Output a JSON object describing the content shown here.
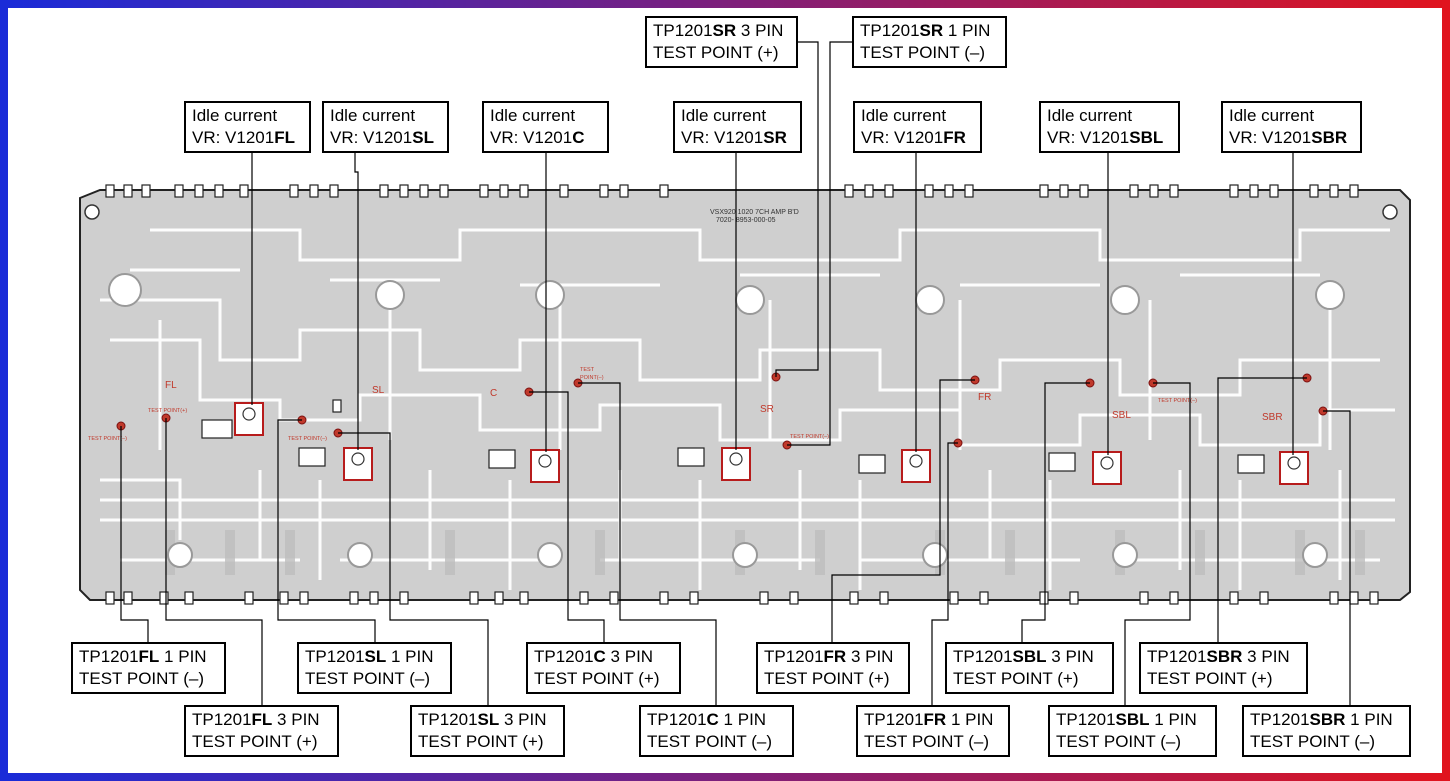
{
  "border_colors": {
    "outer_left": "#1a2bd8",
    "outer_right": "#e0141e",
    "pcb_fill": "#cfcfcf",
    "trace": "#ffffff",
    "test_point": "#c0392b"
  },
  "top_labels": {
    "fl": {
      "line1": "Idle current",
      "prefix": "VR: V1201",
      "bold": "FL"
    },
    "sl": {
      "line1": "Idle current",
      "prefix": "VR: V1201",
      "bold": "SL"
    },
    "c": {
      "line1": "Idle current",
      "prefix": "VR: V1201",
      "bold": "C"
    },
    "sr": {
      "line1": "Idle current",
      "prefix": "VR: V1201",
      "bold": "SR"
    },
    "fr": {
      "line1": "Idle current",
      "prefix": "VR: V1201",
      "bold": "FR"
    },
    "sbl": {
      "line1": "Idle current",
      "prefix": "VR: V1201",
      "bold": "SBL"
    },
    "sbr": {
      "line1": "Idle current",
      "prefix": "VR: V1201",
      "bold": "SBR"
    },
    "sr3": {
      "prefix": "TP1201",
      "bold": "SR",
      "suffix": " 3 PIN",
      "line2": "TEST POINT (+)"
    },
    "sr1": {
      "prefix": "TP1201",
      "bold": "SR",
      "suffix": " 1 PIN",
      "line2": "TEST POINT (–)"
    }
  },
  "bottom_labels": {
    "fl1": {
      "prefix": "TP1201",
      "bold": "FL",
      "suffix": " 1 PIN",
      "line2": "TEST POINT (–)"
    },
    "fl3": {
      "prefix": "TP1201",
      "bold": "FL",
      "suffix": " 3 PIN",
      "line2": "TEST POINT (+)"
    },
    "sl1": {
      "prefix": "TP1201",
      "bold": "SL",
      "suffix": " 1 PIN",
      "line2": "TEST POINT (–)"
    },
    "sl3": {
      "prefix": "TP1201",
      "bold": "SL",
      "suffix": " 3 PIN",
      "line2": "TEST POINT (+)"
    },
    "c3": {
      "prefix": "TP1201",
      "bold": "C",
      "suffix": " 3 PIN",
      "line2": "TEST POINT (+)"
    },
    "c1": {
      "prefix": "TP1201",
      "bold": "C",
      "suffix": " 1 PIN",
      "line2": "TEST POINT (–)"
    },
    "fr3": {
      "prefix": "TP1201",
      "bold": "FR",
      "suffix": " 3 PIN",
      "line2": "TEST POINT (+)"
    },
    "fr1": {
      "prefix": "TP1201",
      "bold": "FR",
      "suffix": " 1 PIN",
      "line2": "TEST POINT (–)"
    },
    "sbl3": {
      "prefix": "TP1201",
      "bold": "SBL",
      "suffix": " 3 PIN",
      "line2": "TEST POINT (+)"
    },
    "sbl1": {
      "prefix": "TP1201",
      "bold": "SBL",
      "suffix": " 1 PIN",
      "line2": "TEST POINT (–)"
    },
    "sbr3": {
      "prefix": "TP1201",
      "bold": "SBR",
      "suffix": " 3 PIN",
      "line2": "TEST POINT (+)"
    },
    "sbr1": {
      "prefix": "TP1201",
      "bold": "SBR",
      "suffix": " 1 PIN",
      "line2": "TEST POINT (–)"
    }
  },
  "pcb": {
    "board_title_line1": "VSX920   1020 7CH AMP B'D",
    "board_title_line2": "7020- 8953-000-05",
    "channel_marks": {
      "fl": "FL",
      "sl": "SL",
      "c": "C",
      "sr": "SR",
      "fr": "FR",
      "sbl": "SBL",
      "sbr": "SBR"
    },
    "tp_plus": "TEST POINT(+)",
    "tp_minus": "TEST POINT(–)",
    "tp_minus_short": "TEST",
    "tp_minus_short2": "POINT(–)"
  }
}
